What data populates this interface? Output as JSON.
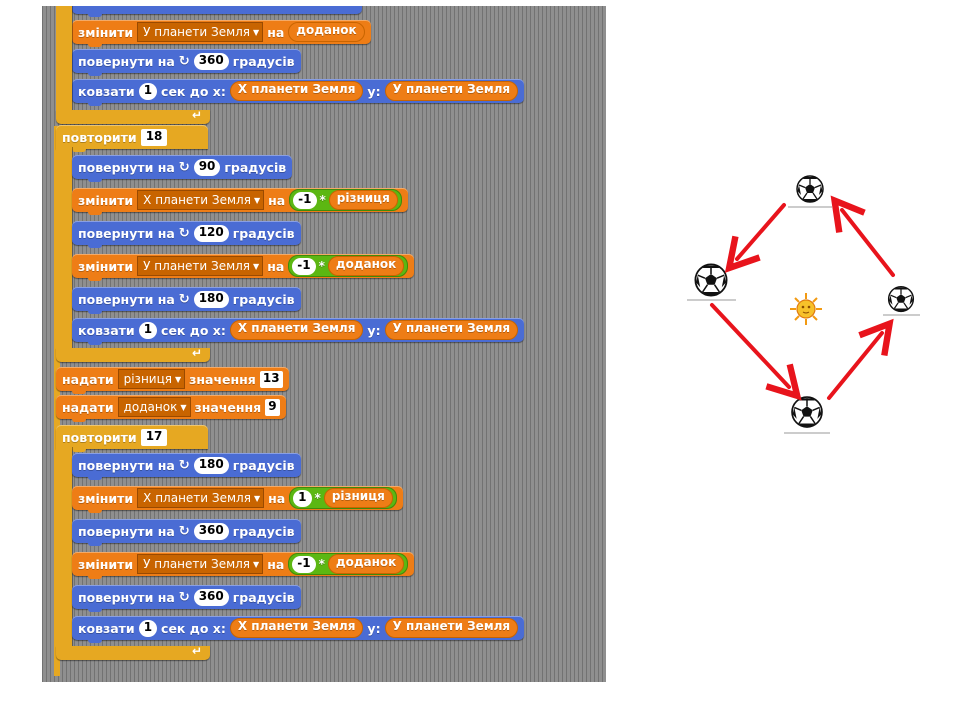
{
  "labels": {
    "change": "змінити",
    "by": "на",
    "turn": "повернути на",
    "degrees": "градусів",
    "glide": "ковзати",
    "secs_to_x": "сек до x:",
    "y": "y:",
    "repeat": "повторити",
    "set": "надати",
    "to_value": "значення",
    "times": "*"
  },
  "vars": {
    "y_earth": "У планети Земля",
    "x_earth": "Х планети Земля",
    "x_earth_rep": "X планети Земля",
    "addend": "доданок",
    "diff": "різниця"
  },
  "values": {
    "turn_360": "360",
    "turn_90": "90",
    "turn_120": "120",
    "turn_180": "180",
    "one": "1",
    "minus_one": "-1",
    "repeat_18": "18",
    "repeat_17": "17",
    "set_13": "13",
    "set_9": "9"
  },
  "icons": {
    "turn": "rotate-clockwise-icon",
    "loop": "loop-arrow-icon",
    "dropdown": "dropdown-arrow-icon",
    "ball": "soccer-ball-icon",
    "sun": "sun-icon",
    "arrow": "red-arrow-icon"
  },
  "colors": {
    "motion": "#4a6cd4",
    "variables": "#ee7d16",
    "control": "#e6a822",
    "operators": "#5cb712",
    "arrows": "#e8141c",
    "script_bg": "#8f8f8f"
  }
}
